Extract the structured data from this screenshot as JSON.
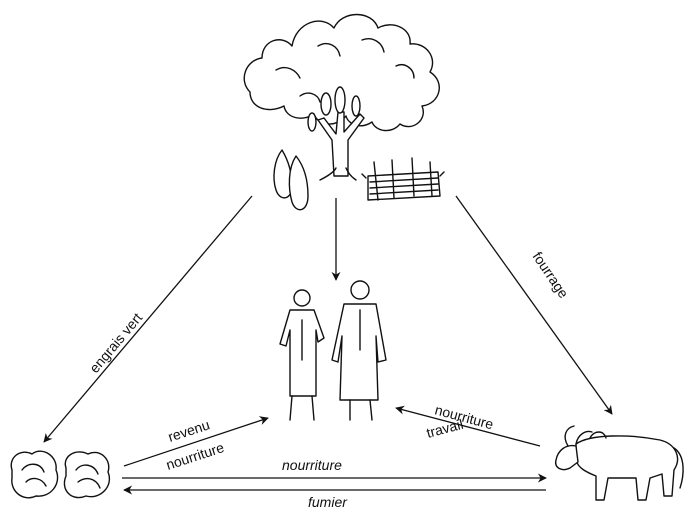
{
  "labels": {
    "green_manure": "engrais vert",
    "fodder": "fourrage",
    "income": "revenu",
    "food_from_crops": "nourriture",
    "food_to_livestock": "nourriture",
    "labour": "travail",
    "food_bottom": "nourriture",
    "manure": "fumier"
  },
  "icons": {
    "tree": "tree-with-pods-icon",
    "pods": "seed-pods-icon",
    "firewood": "firewood-bundle-icon",
    "people": "farmers-couple-icon",
    "crops": "cabbage-crops-icon",
    "livestock": "ox-icon"
  },
  "colors": {
    "ink": "#111111",
    "background": "#ffffff"
  }
}
